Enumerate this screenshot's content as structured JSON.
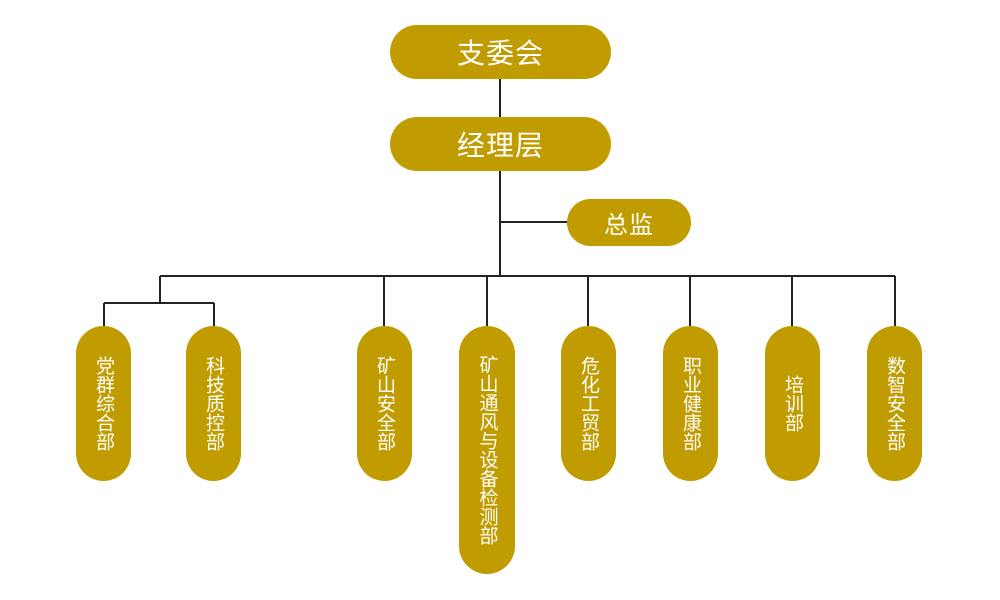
{
  "org": {
    "top": "支委会",
    "management": "经理层",
    "director": "总监",
    "departments": [
      "党群综合部",
      "科技质控部",
      "矿山安全部",
      "矿山通风与设备检测部",
      "危化工贸部",
      "职业健康部",
      "培训部",
      "数智安全部"
    ]
  },
  "colors": {
    "node_fill": "#c09c00",
    "node_text": "#ffffff",
    "connector": "#222222"
  }
}
